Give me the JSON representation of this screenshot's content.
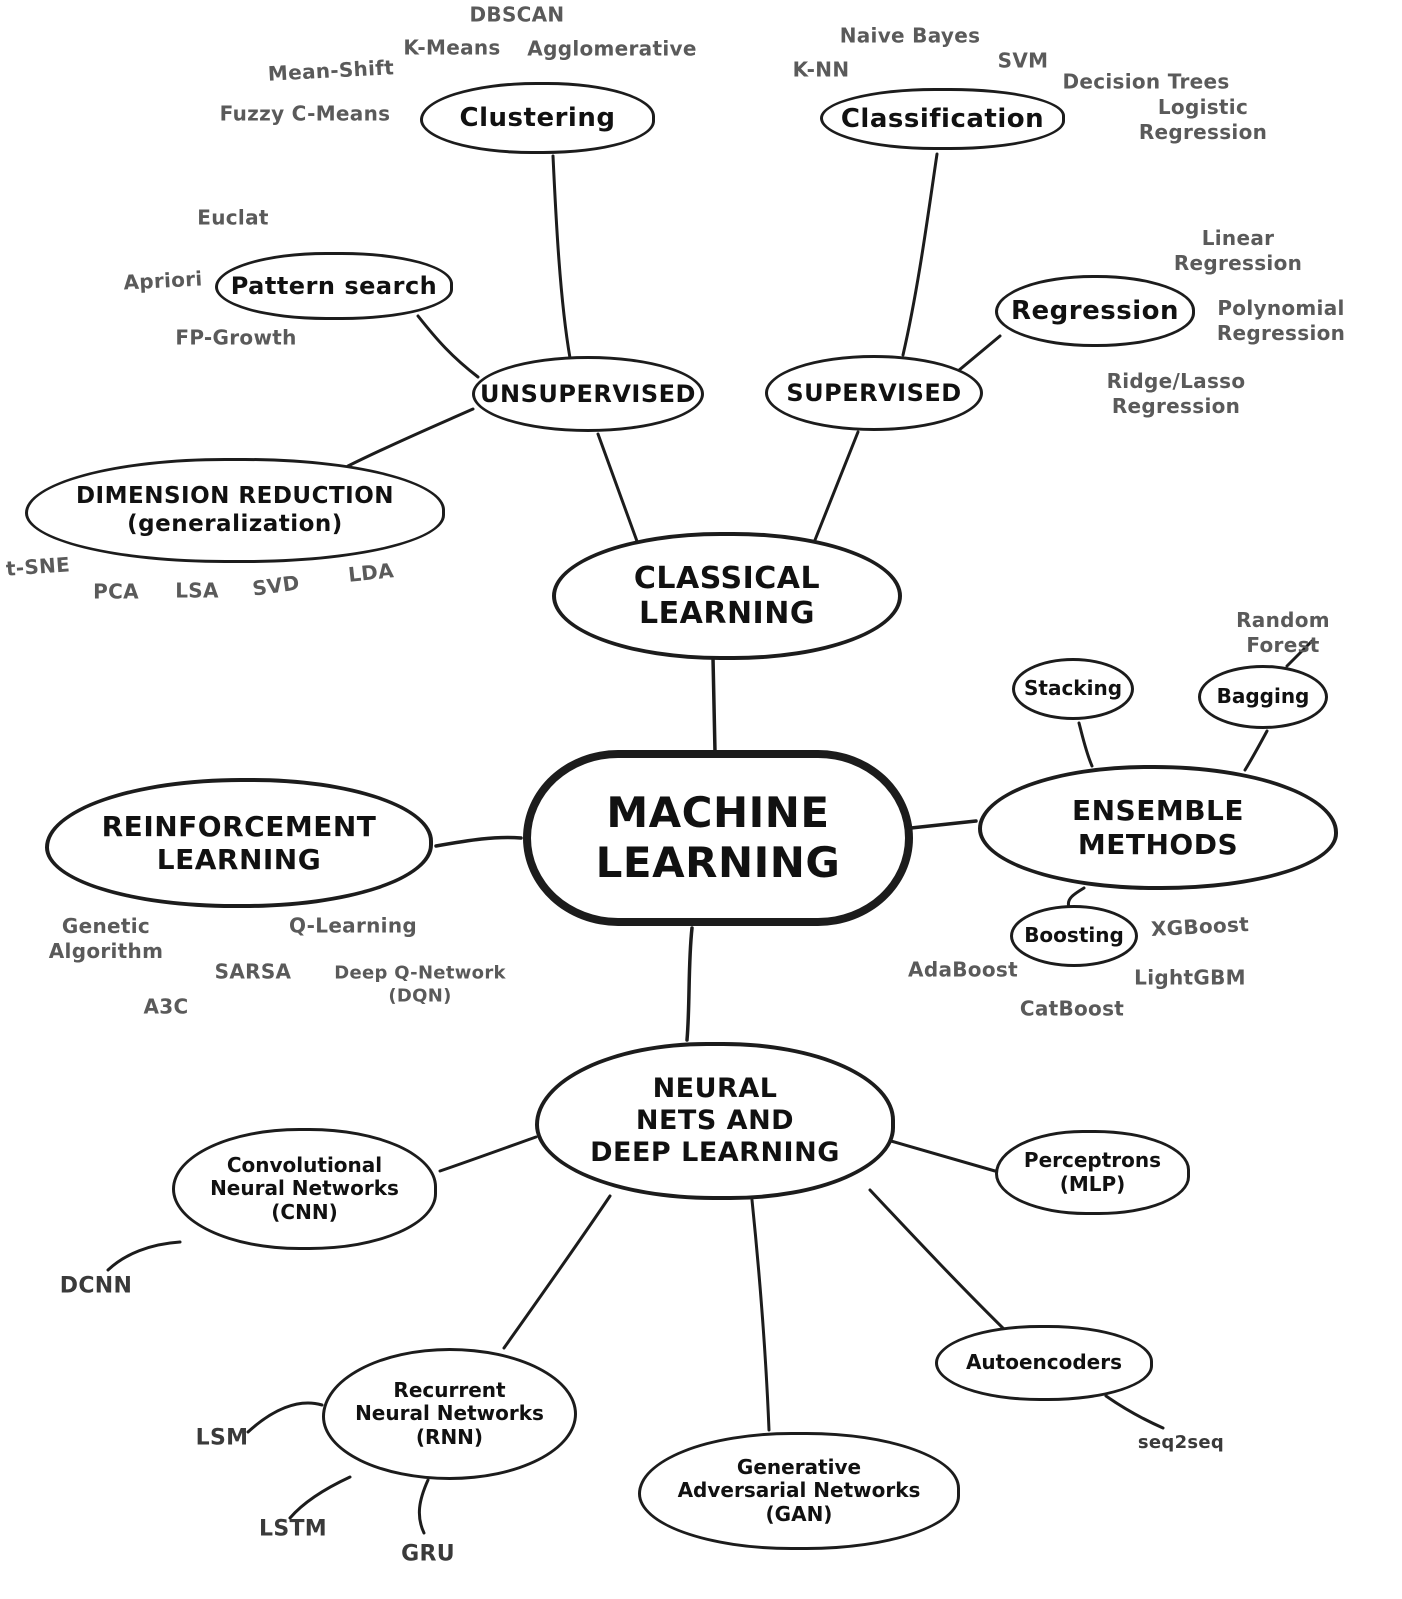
{
  "diagram_title": "Machine Learning mind map",
  "colors": {
    "ink": "#1c1c1c",
    "node_text": "#111111",
    "leaf_text": "#5a5a5a",
    "background": "#ffffff"
  },
  "nodes": {
    "machine_learning": "MACHINE\nLEARNING",
    "classical_learning": "CLASSICAL\nLEARNING",
    "reinforcement_learning": "REINFORCEMENT\nLEARNING",
    "ensemble_methods": "ENSEMBLE\nMETHODS",
    "neural_nets": "NEURAL\nNETS AND\nDEEP LEARNING",
    "unsupervised": "UNSUPERVISED",
    "supervised": "SUPERVISED",
    "clustering": "Clustering",
    "pattern_search": "Pattern search",
    "dimension_reduction": "DIMENSION REDUCTION\n(generalization)",
    "classification": "Classification",
    "regression": "Regression",
    "stacking": "Stacking",
    "bagging": "Bagging",
    "boosting": "Boosting",
    "cnn": "Convolutional\nNeural Networks\n(CNN)",
    "perceptrons": "Perceptrons\n(MLP)",
    "rnn": "Recurrent\nNeural Networks\n(RNN)",
    "gan": "Generative\nAdversarial Networks\n(GAN)",
    "autoencoders": "Autoencoders"
  },
  "leaves": {
    "dbscan": "DBSCAN",
    "k_means": "K-Means",
    "agglomerative": "Agglomerative",
    "mean_shift": "Mean-Shift",
    "fuzzy_c_means": "Fuzzy C-Means",
    "naive_bayes": "Naive Bayes",
    "knn": "K-NN",
    "svm": "SVM",
    "decision_trees": "Decision Trees",
    "logistic_regression": "Logistic Regression",
    "euclat": "Euclat",
    "apriori": "Apriori",
    "fp_growth": "FP-Growth",
    "linear_regression": "Linear Regression",
    "polynomial_regression": "Polynomial\nRegression",
    "ridge_lasso": "Ridge/Lasso\nRegression",
    "t_sne": "t-SNE",
    "pca": "PCA",
    "lsa": "LSA",
    "svd": "SVD",
    "lda": "LDA",
    "genetic_algorithm": "Genetic\nAlgorithm",
    "q_learning": "Q-Learning",
    "sarsa": "SARSA",
    "dqn": "Deep Q-Network\n(DQN)",
    "a3c": "A3C",
    "random_forest": "Random Forest",
    "xgboost": "XGBoost",
    "adaboost": "AdaBoost",
    "lightgbm": "LightGBM",
    "catboost": "CatBoost",
    "dcnn": "DCNN",
    "lsm": "LSM",
    "lstm": "LSTM",
    "gru": "GRU",
    "seq2seq": "seq2seq"
  },
  "edges": [
    {
      "from": "machine_learning",
      "to": "classical_learning"
    },
    {
      "from": "machine_learning",
      "to": "reinforcement_learning"
    },
    {
      "from": "machine_learning",
      "to": "ensemble_methods"
    },
    {
      "from": "machine_learning",
      "to": "neural_nets"
    },
    {
      "from": "classical_learning",
      "to": "unsupervised"
    },
    {
      "from": "classical_learning",
      "to": "supervised"
    },
    {
      "from": "unsupervised",
      "to": "clustering"
    },
    {
      "from": "unsupervised",
      "to": "pattern_search"
    },
    {
      "from": "unsupervised",
      "to": "dimension_reduction"
    },
    {
      "from": "supervised",
      "to": "classification"
    },
    {
      "from": "supervised",
      "to": "regression"
    },
    {
      "from": "ensemble_methods",
      "to": "stacking"
    },
    {
      "from": "ensemble_methods",
      "to": "bagging"
    },
    {
      "from": "bagging",
      "to": "random_forest"
    },
    {
      "from": "ensemble_methods",
      "to": "boosting"
    },
    {
      "from": "neural_nets",
      "to": "cnn"
    },
    {
      "from": "neural_nets",
      "to": "perceptrons"
    },
    {
      "from": "neural_nets",
      "to": "rnn"
    },
    {
      "from": "neural_nets",
      "to": "gan"
    },
    {
      "from": "neural_nets",
      "to": "autoencoders"
    },
    {
      "from": "cnn",
      "to": "dcnn"
    },
    {
      "from": "rnn",
      "to": "lsm"
    },
    {
      "from": "rnn",
      "to": "lstm"
    },
    {
      "from": "rnn",
      "to": "gru"
    },
    {
      "from": "autoencoders",
      "to": "seq2seq"
    }
  ]
}
